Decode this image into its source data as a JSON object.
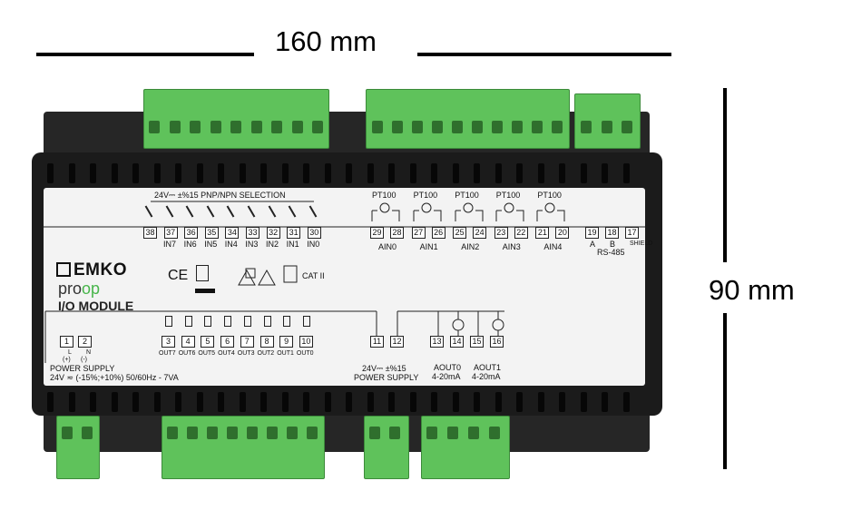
{
  "dimensions": {
    "width_label": "160 mm",
    "height_label": "90 mm"
  },
  "brand": {
    "logo": "EMKO",
    "product_prefix": "pro",
    "product_suffix": "op",
    "module": "I/O MODULE"
  },
  "inputs": {
    "header": "24V⎓ ±%15  PNP/NPN SELECTION",
    "terminals": [
      "38",
      "37",
      "36",
      "35",
      "34",
      "33",
      "32",
      "31",
      "30"
    ],
    "labels": [
      "IN7",
      "IN6",
      "IN5",
      "IN4",
      "IN3",
      "IN2",
      "IN1",
      "IN0"
    ]
  },
  "analog_inputs": {
    "sensor_label": "PT100",
    "channels": [
      {
        "terminals": [
          "29",
          "28"
        ],
        "label": "AIN0"
      },
      {
        "terminals": [
          "27",
          "26"
        ],
        "label": "AIN1"
      },
      {
        "terminals": [
          "25",
          "24"
        ],
        "label": "AIN2"
      },
      {
        "terminals": [
          "23",
          "22"
        ],
        "label": "AIN3"
      },
      {
        "terminals": [
          "21",
          "20"
        ],
        "label": "AIN4"
      }
    ]
  },
  "rs485": {
    "terminals": [
      "19",
      "18",
      "17"
    ],
    "labels": [
      "A",
      "B",
      "SHIELD"
    ],
    "title": "RS-485"
  },
  "marks": {
    "ce": "CE",
    "cat": "CAT II"
  },
  "power_supply": {
    "terminals": [
      "1",
      "2"
    ],
    "pin_labels": [
      "L",
      "N"
    ],
    "polarity": [
      "(+)",
      "(-)"
    ],
    "title": "POWER SUPPLY",
    "spec": "24V ≂ (-15%;+10%) 50/60Hz - 7VA"
  },
  "outputs": {
    "terminals": [
      "3",
      "4",
      "5",
      "6",
      "7",
      "8",
      "9",
      "10"
    ],
    "labels": [
      "OUT7",
      "OUT6",
      "OUT5",
      "OUT4",
      "OUT3",
      "OUT2",
      "OUT1",
      "OUT0"
    ]
  },
  "output_supply": {
    "terminals": [
      "11",
      "12"
    ],
    "spec": "24V⎓ ±%15",
    "title": "POWER SUPPLY"
  },
  "analog_outputs": {
    "terminals": [
      "13",
      "14",
      "15",
      "16"
    ],
    "channels": [
      {
        "label": "AOUT0",
        "range": "4-20mA"
      },
      {
        "label": "AOUT1",
        "range": "4-20mA"
      }
    ]
  }
}
